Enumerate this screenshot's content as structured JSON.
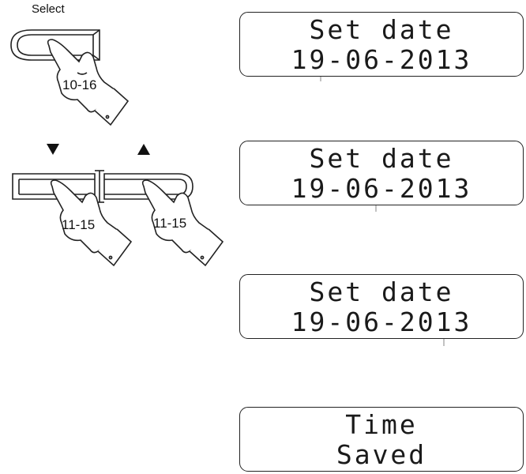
{
  "select_label": "Select",
  "step1": {
    "hand_label": "10-16"
  },
  "step2": {
    "down_arrow": "down-arrow-icon",
    "up_arrow": "up-arrow-icon",
    "left_hand_label": "11-15",
    "right_hand_label": "11-15"
  },
  "displays": [
    {
      "line1": "Set date",
      "line2": "19-06-2013",
      "flashing": "day"
    },
    {
      "line1": "Set date",
      "line2": "19-06-2013",
      "flashing": "month"
    },
    {
      "line1": "Set date",
      "line2": "19-06-2013",
      "flashing": "year"
    },
    {
      "line1": "Time",
      "line2": "Saved"
    }
  ]
}
